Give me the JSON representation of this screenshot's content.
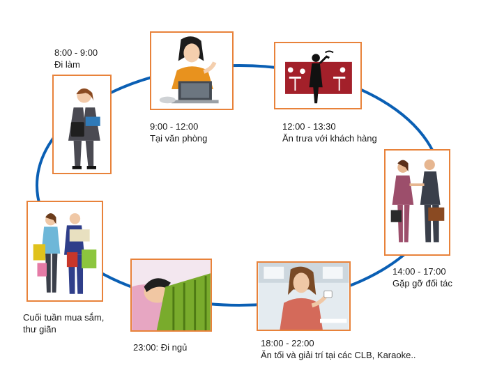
{
  "diagram": {
    "ring_color": "#0a5fb4",
    "frame_color": "#e8823a",
    "steps": [
      {
        "time": "8:00 - 9:00",
        "activity": "Đi làm",
        "icon": "businesswoman-walking-icon"
      },
      {
        "time": "9:00 - 12:00",
        "activity": "Tại văn phòng",
        "icon": "woman-at-laptop-icon"
      },
      {
        "time": "12:00 - 13:30",
        "activity": "Ăn trưa với khách hàng",
        "icon": "restaurant-waiter-icon"
      },
      {
        "time": "14:00 - 17:00",
        "activity": "Gặp gỡ đối tác",
        "icon": "business-handshake-icon"
      },
      {
        "time": "18:00 - 22:00",
        "activity": "Ăn tối và giải trí tại các CLB, Karaoke..",
        "icon": "woman-drinking-coffee-icon"
      },
      {
        "time": "",
        "activity": "23:00: Đi ngủ",
        "icon": "sleeping-person-icon"
      },
      {
        "time": "",
        "activity": "Cuối tuần mua sắm,",
        "activity2": "thư giãn",
        "icon": "couple-shopping-icon"
      }
    ]
  }
}
